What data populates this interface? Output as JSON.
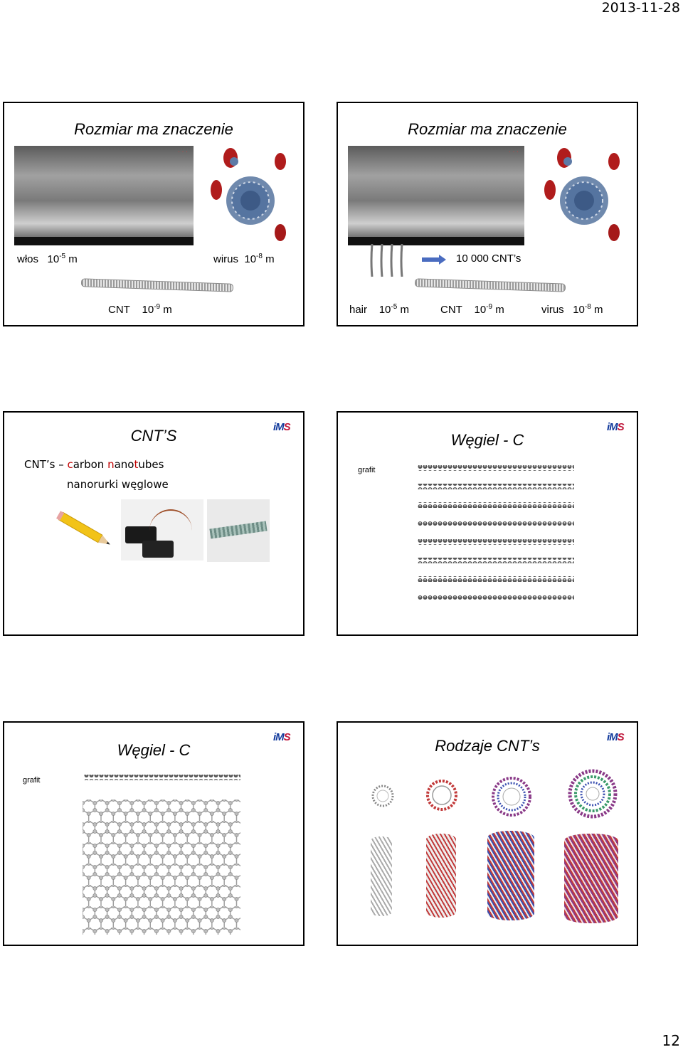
{
  "header": {
    "date": "2013-11-28"
  },
  "footer": {
    "page_number": "12"
  },
  "slide1": {
    "title": "Rozmiar ma znaczenie",
    "hair_label": "włos",
    "hair_size_base": "10",
    "hair_size_exp": "-5",
    "hair_unit": "m",
    "virus_label": "wirus",
    "virus_size_base": "10",
    "virus_size_exp": "-8",
    "virus_unit": "m",
    "cnt_label": "CNT",
    "cnt_size_base": "10",
    "cnt_size_exp": "-9",
    "cnt_unit": "m"
  },
  "slide2": {
    "title": "Rozmiar ma znaczenie",
    "arrow_text": "10 000 CNT’s",
    "hair_label": "hair",
    "hair_size_base": "10",
    "hair_size_exp": "-5",
    "hair_unit": "m",
    "cnt_label": "CNT",
    "cnt_size_base": "10",
    "cnt_size_exp": "-9",
    "cnt_unit": "m",
    "virus_label": "virus",
    "virus_size_base": "10",
    "virus_size_exp": "-8",
    "virus_unit": "m"
  },
  "slide3": {
    "title": "CNT’S",
    "logo": "iMS",
    "logo_i": "i",
    "logo_m": "M",
    "logo_s": "S",
    "line1_a": "CNT’s – ",
    "line1_c": "c",
    "line1_arbon": "arbon ",
    "line1_n": "n",
    "line1_ano": "ano",
    "line1_t": "t",
    "line1_ubes": "ubes",
    "line2": "nanorurki węglowe"
  },
  "slide4": {
    "title": "Węgiel - C",
    "logo_i": "i",
    "logo_m": "M",
    "logo_s": "S",
    "caption": "grafit"
  },
  "slide5": {
    "title": "Węgiel - C",
    "logo_i": "i",
    "logo_m": "M",
    "logo_s": "S",
    "caption": "grafit"
  },
  "slide6": {
    "title": "Rodzaje CNT’s",
    "logo_i": "i",
    "logo_m": "M",
    "logo_s": "S"
  },
  "colors": {
    "accent_red": "#c00000",
    "logo_blue": "#123a9c",
    "logo_red": "#c0163a",
    "arrow_blue": "#4a6cc0"
  }
}
